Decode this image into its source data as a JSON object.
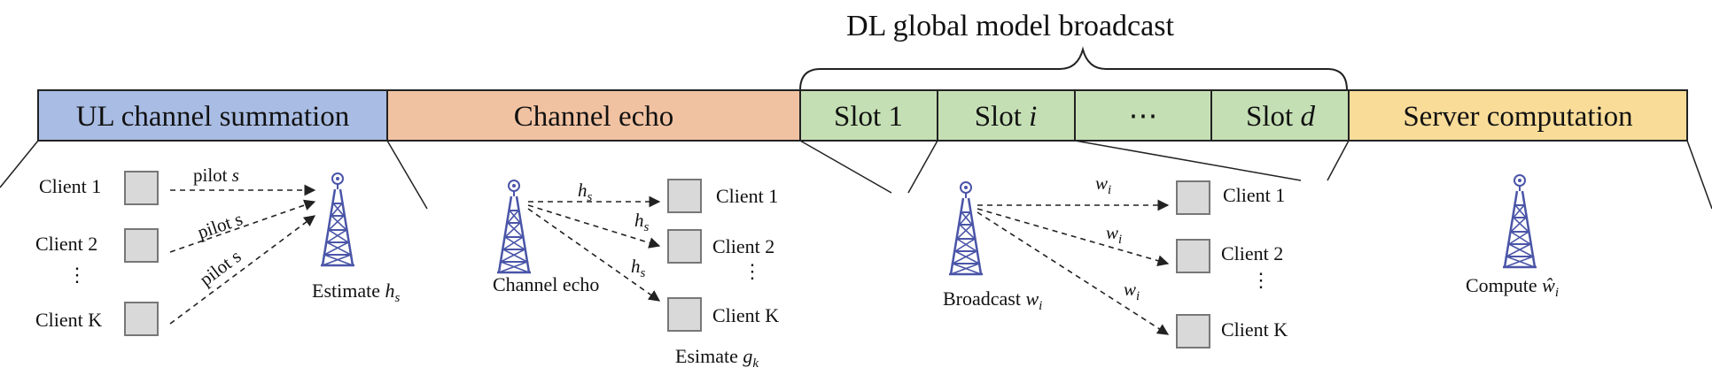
{
  "diagram": {
    "top_title": "DL global model broadcast",
    "segments": [
      {
        "id": "ul",
        "label": "UL channel summation",
        "color": "#a9bce3"
      },
      {
        "id": "echo",
        "label": "Channel echo",
        "color": "#f1c2a2"
      },
      {
        "id": "slot1",
        "label": "Slot 1",
        "color": "#c5dfb4"
      },
      {
        "id": "sloti",
        "label_main": "Slot ",
        "label_var": "i",
        "color": "#c5dfb4"
      },
      {
        "id": "dots",
        "label": "⋯",
        "color": "#c5dfb4"
      },
      {
        "id": "slotd",
        "label_main": "Slot ",
        "label_var": "d",
        "color": "#c5dfb4"
      },
      {
        "id": "server",
        "label": "Server computation",
        "color": "#f8dc98"
      }
    ],
    "panel_ul": {
      "clients": [
        "Client 1",
        "Client 2",
        "⋮",
        "Client K"
      ],
      "pilot1_main": "pilot ",
      "pilot1_var": "s",
      "pilot2": "pilot s",
      "pilot3": "pilot s",
      "estimate_main": "Estimate ",
      "estimate_var": "h",
      "estimate_sub": "s"
    },
    "panel_echo": {
      "h_var": "h",
      "h_sub": "s",
      "caption": "Channel echo",
      "clients": [
        "Client 1",
        "Client 2",
        "⋮",
        "Client K"
      ],
      "estimate_main": "Esimate ",
      "estimate_var": "g",
      "estimate_sub": "k"
    },
    "panel_broadcast": {
      "w_var": "w",
      "w_sub": "i",
      "caption_main": "Broadcast ",
      "clients": [
        "Client 1",
        "Client 2",
        "⋮",
        "Client K"
      ]
    },
    "panel_server": {
      "caption_main": "Compute ",
      "caption_var": "ŵ",
      "caption_sub": "i"
    },
    "colors": {
      "tower": "#4a55a8",
      "client_fill": "#d9d9d9",
      "client_stroke": "#777777",
      "line": "#222222"
    }
  }
}
